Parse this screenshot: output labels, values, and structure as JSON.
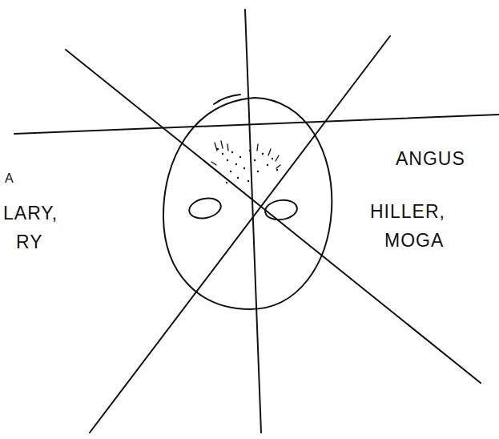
{
  "diagram": {
    "labels": [
      "A",
      "LARY,",
      "RY",
      "ANGUS",
      "HILLER,",
      "MOGA"
    ]
  }
}
